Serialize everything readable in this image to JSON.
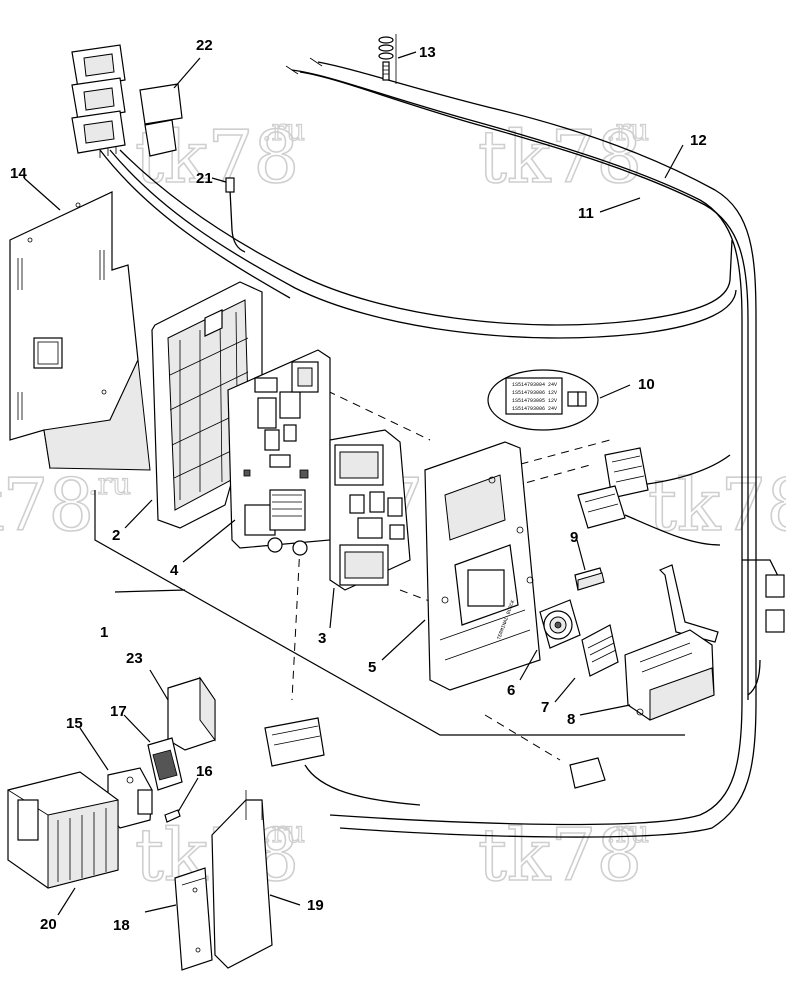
{
  "watermark": {
    "text": "tk78",
    "suffix": ".ru"
  },
  "callouts": [
    {
      "id": "c1",
      "label": "1"
    },
    {
      "id": "c2",
      "label": "2"
    },
    {
      "id": "c3",
      "label": "3"
    },
    {
      "id": "c4",
      "label": "4"
    },
    {
      "id": "c5",
      "label": "5"
    },
    {
      "id": "c6",
      "label": "6"
    },
    {
      "id": "c7",
      "label": "7"
    },
    {
      "id": "c8",
      "label": "8"
    },
    {
      "id": "c9",
      "label": "9"
    },
    {
      "id": "c10",
      "label": "10"
    },
    {
      "id": "c11",
      "label": "11"
    },
    {
      "id": "c12",
      "label": "12"
    },
    {
      "id": "c13",
      "label": "13"
    },
    {
      "id": "c14",
      "label": "14"
    },
    {
      "id": "c15",
      "label": "15"
    },
    {
      "id": "c16",
      "label": "16"
    },
    {
      "id": "c17",
      "label": "17"
    },
    {
      "id": "c18",
      "label": "18"
    },
    {
      "id": "c19",
      "label": "19"
    },
    {
      "id": "c20",
      "label": "20"
    },
    {
      "id": "c21",
      "label": "21"
    },
    {
      "id": "c22",
      "label": "22"
    },
    {
      "id": "c23",
      "label": "23"
    }
  ],
  "label_card": {
    "rows": [
      {
        "part": "1S514793004",
        "volt": "24V"
      },
      {
        "part": "1S514793006",
        "volt": "12V"
      },
      {
        "part": "1S514793005",
        "volt": "12V"
      },
      {
        "part": "1S514793006",
        "volt": "24V"
      }
    ]
  }
}
